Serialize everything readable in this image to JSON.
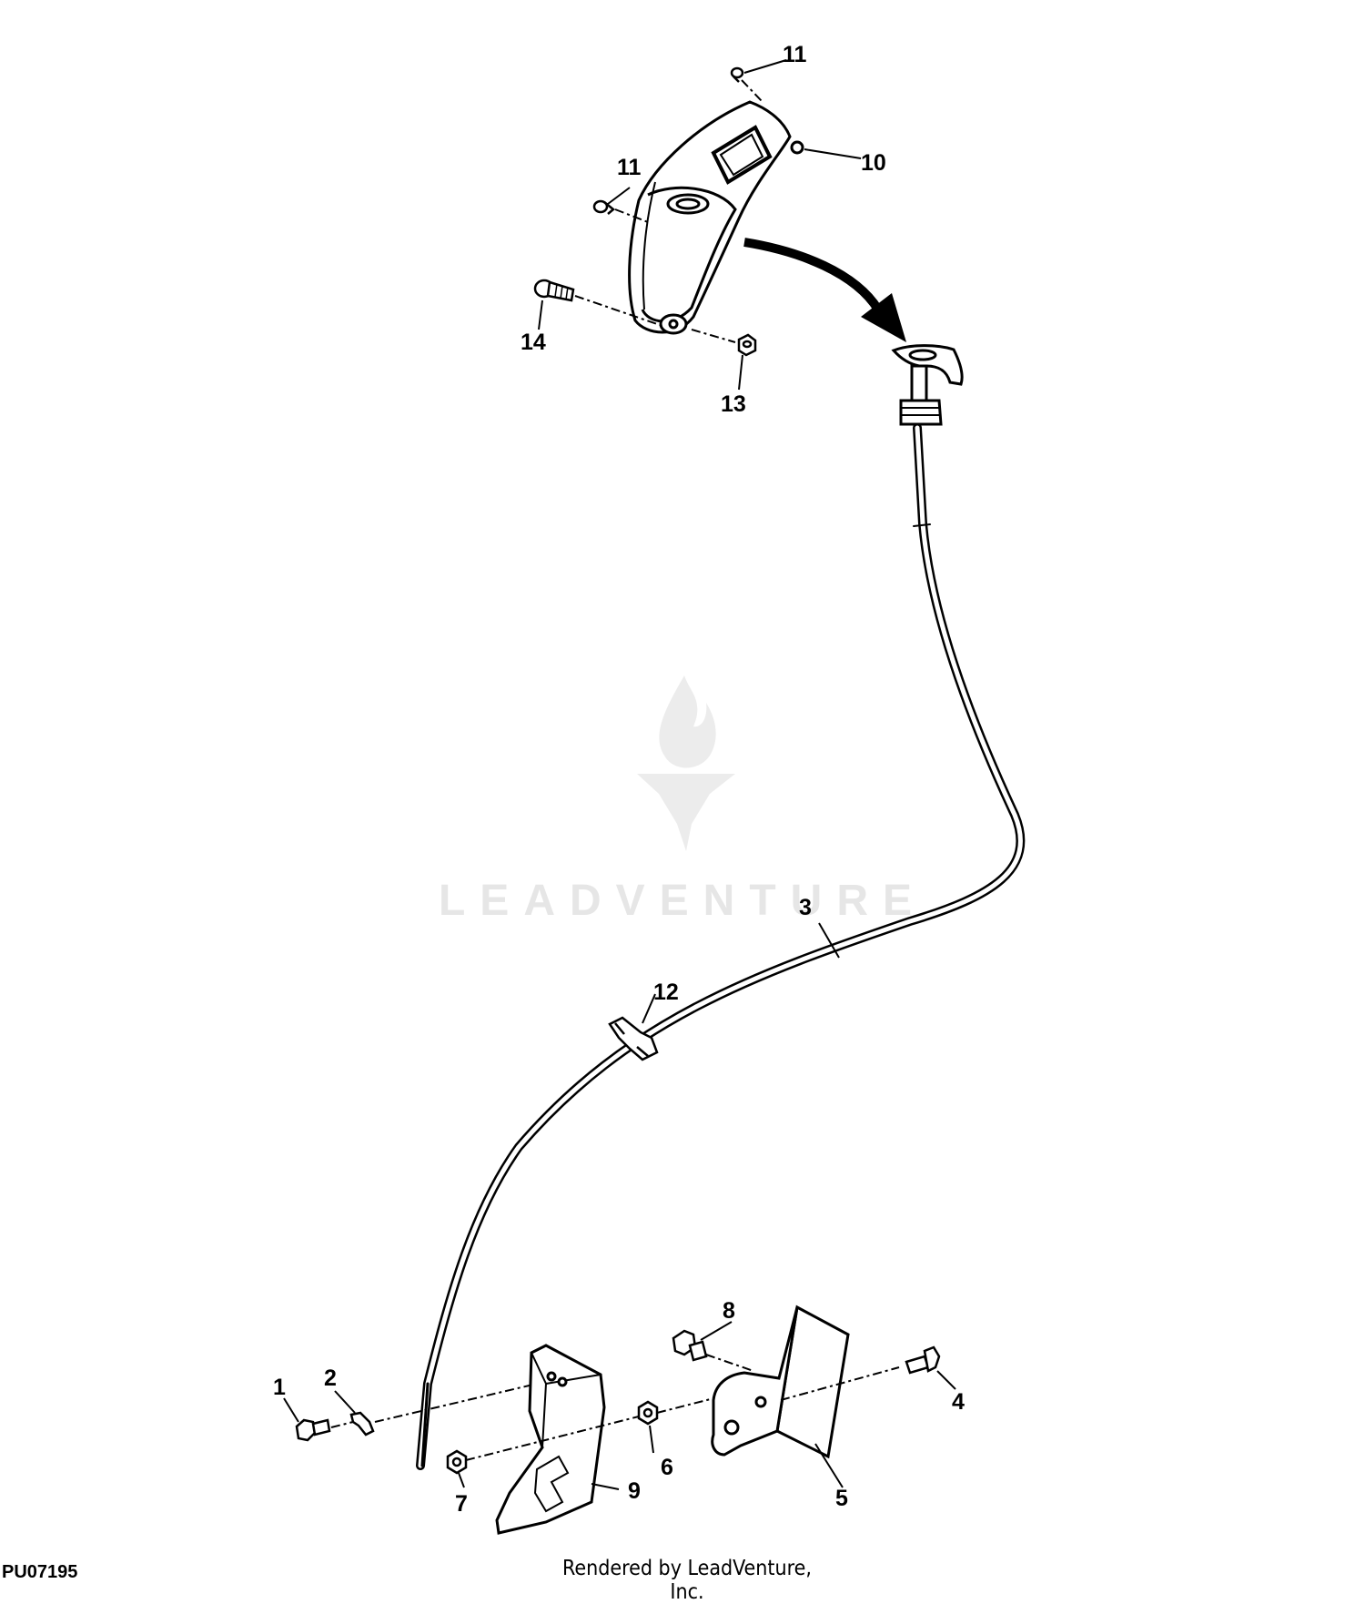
{
  "diagram": {
    "ref_code": "PU07195",
    "footer": "Rendered by LeadVenture, Inc.",
    "watermark": "LEADVENTURE",
    "callouts": {
      "c1": "1",
      "c2": "2",
      "c3": "3",
      "c4": "4",
      "c5": "5",
      "c6": "6",
      "c7": "7",
      "c8": "8",
      "c9": "9",
      "c10": "10",
      "c11a": "11",
      "c11b": "11",
      "c12": "12",
      "c13": "13",
      "c14": "14"
    }
  }
}
